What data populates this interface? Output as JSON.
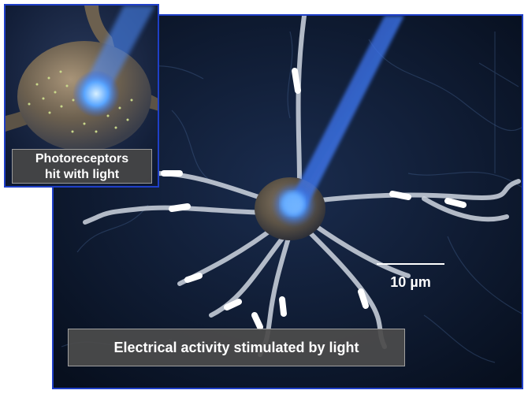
{
  "inset": {
    "label_line1": "Photoreceptors",
    "label_line2": "hit with light"
  },
  "main": {
    "caption": "Electrical activity stimulated by light",
    "scale_bar_label": "10 µm"
  },
  "colors": {
    "frame_border": "#1f3fc8",
    "background": "#0a1426",
    "light_beam": "#3a7bff",
    "label_box": "#4b4b4b"
  }
}
